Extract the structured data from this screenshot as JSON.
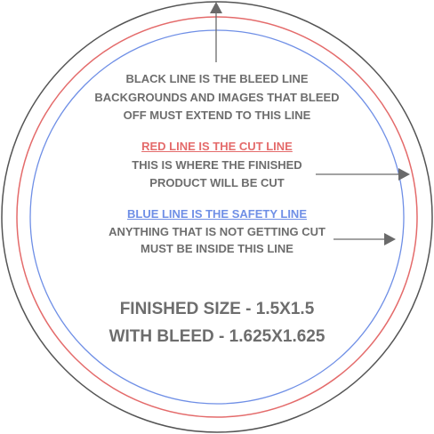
{
  "colors": {
    "bleed": "#555555",
    "cut": "#e46b6b",
    "safety": "#6f8fe6",
    "text": "#6d6d6d",
    "arrow": "#6a6a6a"
  },
  "labels": {
    "bleed_title": "BLACK LINE IS THE BLEED LINE",
    "bleed_desc_1": "BACKGROUNDS AND IMAGES THAT BLEED",
    "bleed_desc_2": "OFF MUST EXTEND TO THIS LINE",
    "cut_title": "RED LINE IS THE CUT LINE",
    "cut_desc_1": "THIS IS WHERE THE FINISHED",
    "cut_desc_2": "PRODUCT WILL BE CUT",
    "safety_title": "BLUE LINE IS THE SAFETY LINE",
    "safety_desc_1": "ANYTHING THAT IS NOT GETTING CUT",
    "safety_desc_2": "MUST BE INSIDE THIS LINE",
    "finished_size": "FINISHED SIZE - 1.5X1.5",
    "with_bleed": "WITH BLEED - 1.625X1.625"
  }
}
